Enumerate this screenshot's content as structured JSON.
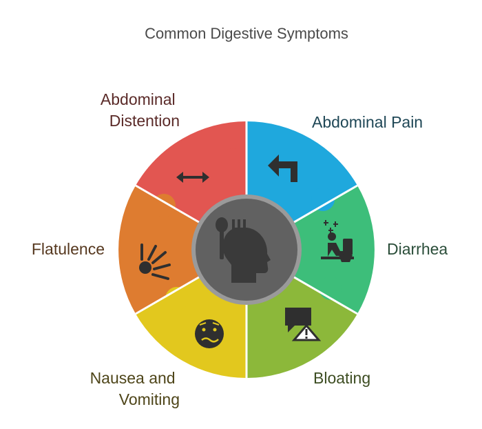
{
  "title": "Common Digestive Symptoms",
  "center_icon": "head-with-fork-and-spoon-icon",
  "segments": [
    {
      "id": "abdominal-distention",
      "label_lines": [
        "Abdominal",
        "Distention"
      ],
      "color": "#E25651",
      "label_color": "#5a2a28",
      "icon": "double-arrow-icon"
    },
    {
      "id": "abdominal-pain",
      "label_lines": [
        "Abdominal Pain"
      ],
      "color": "#1FA8DD",
      "label_color": "#1f4756",
      "icon": "turn-left-arrow-icon"
    },
    {
      "id": "diarrhea",
      "label_lines": [
        "Diarrhea"
      ],
      "color": "#3DBE7A",
      "label_color": "#2a4d39",
      "icon": "person-on-toilet-icon"
    },
    {
      "id": "bloating",
      "label_lines": [
        "Bloating"
      ],
      "color": "#8CB83A",
      "label_color": "#3d4d22",
      "icon": "chat-warning-icon"
    },
    {
      "id": "nausea-and-vomiting",
      "label_lines": [
        "Nausea and",
        "Vomiting"
      ],
      "color": "#E2C81E",
      "label_color": "#4e4519",
      "icon": "nauseated-face-icon"
    },
    {
      "id": "flatulence",
      "label_lines": [
        "Flatulence"
      ],
      "color": "#DE7C30",
      "label_color": "#56381f",
      "icon": "burst-icon"
    }
  ],
  "center_color": "#616161",
  "center_ring_color": "#9a9a9a"
}
